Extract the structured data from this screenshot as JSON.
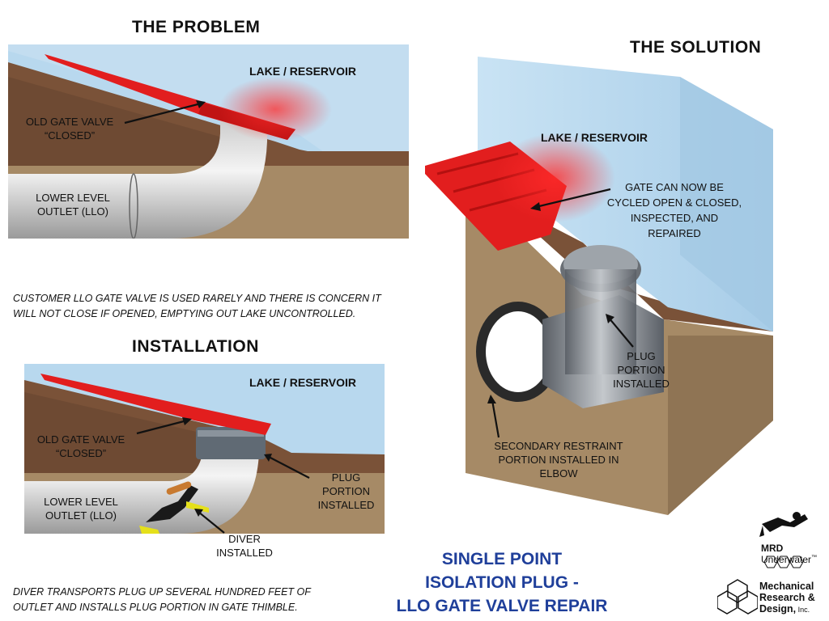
{
  "colors": {
    "water": "#b8d8ee",
    "soil": "#7a5238",
    "soil_dark": "#5e3c28",
    "sand": "#a68a66",
    "gate": "#e21e1e",
    "brand_blue": "#1f3f9a"
  },
  "problem": {
    "title": "THE PROBLEM",
    "lake_label": "LAKE / RESERVOIR",
    "gate_label": [
      "OLD GATE VALVE",
      "“CLOSED”"
    ],
    "llo_label": [
      "LOWER LEVEL",
      "OUTLET (LLO)"
    ],
    "caption": [
      "CUSTOMER LLO GATE VALVE IS USED RARELY AND THERE IS CONCERN IT",
      "WILL NOT CLOSE IF OPENED, EMPTYING OUT LAKE UNCONTROLLED."
    ]
  },
  "installation": {
    "title": "INSTALLATION",
    "lake_label": "LAKE / RESERVOIR",
    "gate_label": [
      "OLD GATE VALVE",
      "“CLOSED”"
    ],
    "llo_label": [
      "LOWER LEVEL",
      "OUTLET (LLO)"
    ],
    "plug_label": [
      "PLUG",
      "PORTION",
      "INSTALLED"
    ],
    "diver_label": [
      "DIVER",
      "INSTALLED"
    ],
    "caption": [
      "DIVER TRANSPORTS PLUG UP SEVERAL HUNDRED FEET OF",
      "OUTLET AND INSTALLS PLUG PORTION IN GATE THIMBLE."
    ]
  },
  "solution": {
    "title": "THE SOLUTION",
    "lake_label": "LAKE / RESERVOIR",
    "gate_label": [
      "GATE CAN NOW BE",
      "CYCLED OPEN & CLOSED,",
      "INSPECTED, AND",
      "REPAIRED"
    ],
    "plug_label": [
      "PLUG",
      "PORTION",
      "INSTALLED"
    ],
    "restraint_label": [
      "SECONDARY RESTRAINT",
      "PORTION INSTALLED IN",
      "ELBOW"
    ]
  },
  "headline": [
    "SINGLE POINT",
    "ISOLATION PLUG -",
    "LLO GATE VALVE REPAIR"
  ],
  "logos": {
    "mrd_underwater": {
      "bold": "MRD",
      "rest": " Underwater",
      "tm": "™"
    },
    "company": [
      "Mechanical",
      "Research &",
      "Design,"
    ],
    "company_suffix": " Inc."
  }
}
